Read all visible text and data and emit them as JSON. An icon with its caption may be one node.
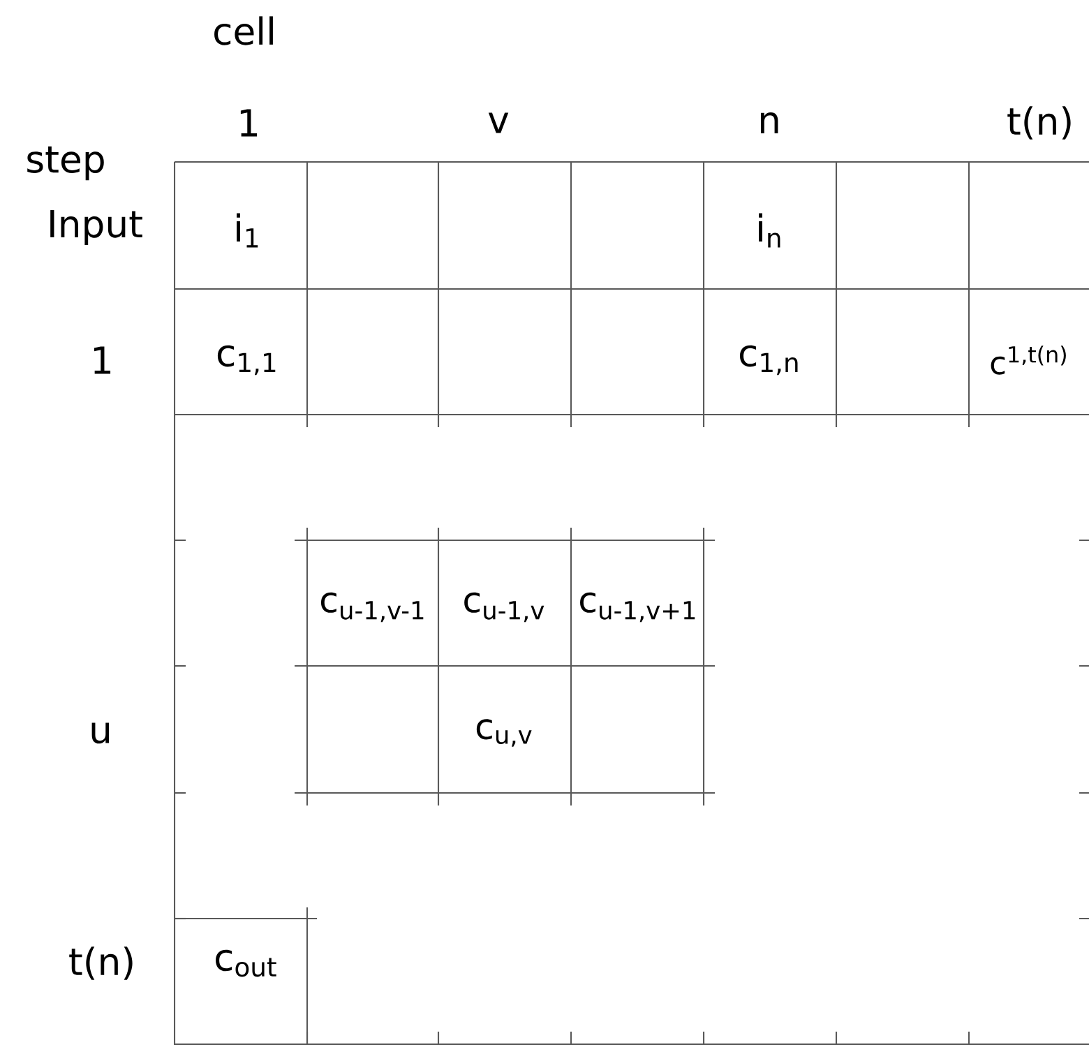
{
  "diagram": {
    "labels": [
      "cell",
      "1",
      "v",
      "n",
      "t(n)",
      "step",
      "Input",
      "i$_{1}$",
      "i$_{n}$",
      "1",
      "c$_{1,1}$",
      "c$_{1,n}$",
      "c$^{1,t(n)}$",
      "c$_{u-1,v-1}$",
      "c$_{u-1,v}$",
      "c$_{u-1,v+1}$",
      "u",
      "c$_{u,v}$",
      "t(n)",
      "c$_{out}$"
    ]
  }
}
